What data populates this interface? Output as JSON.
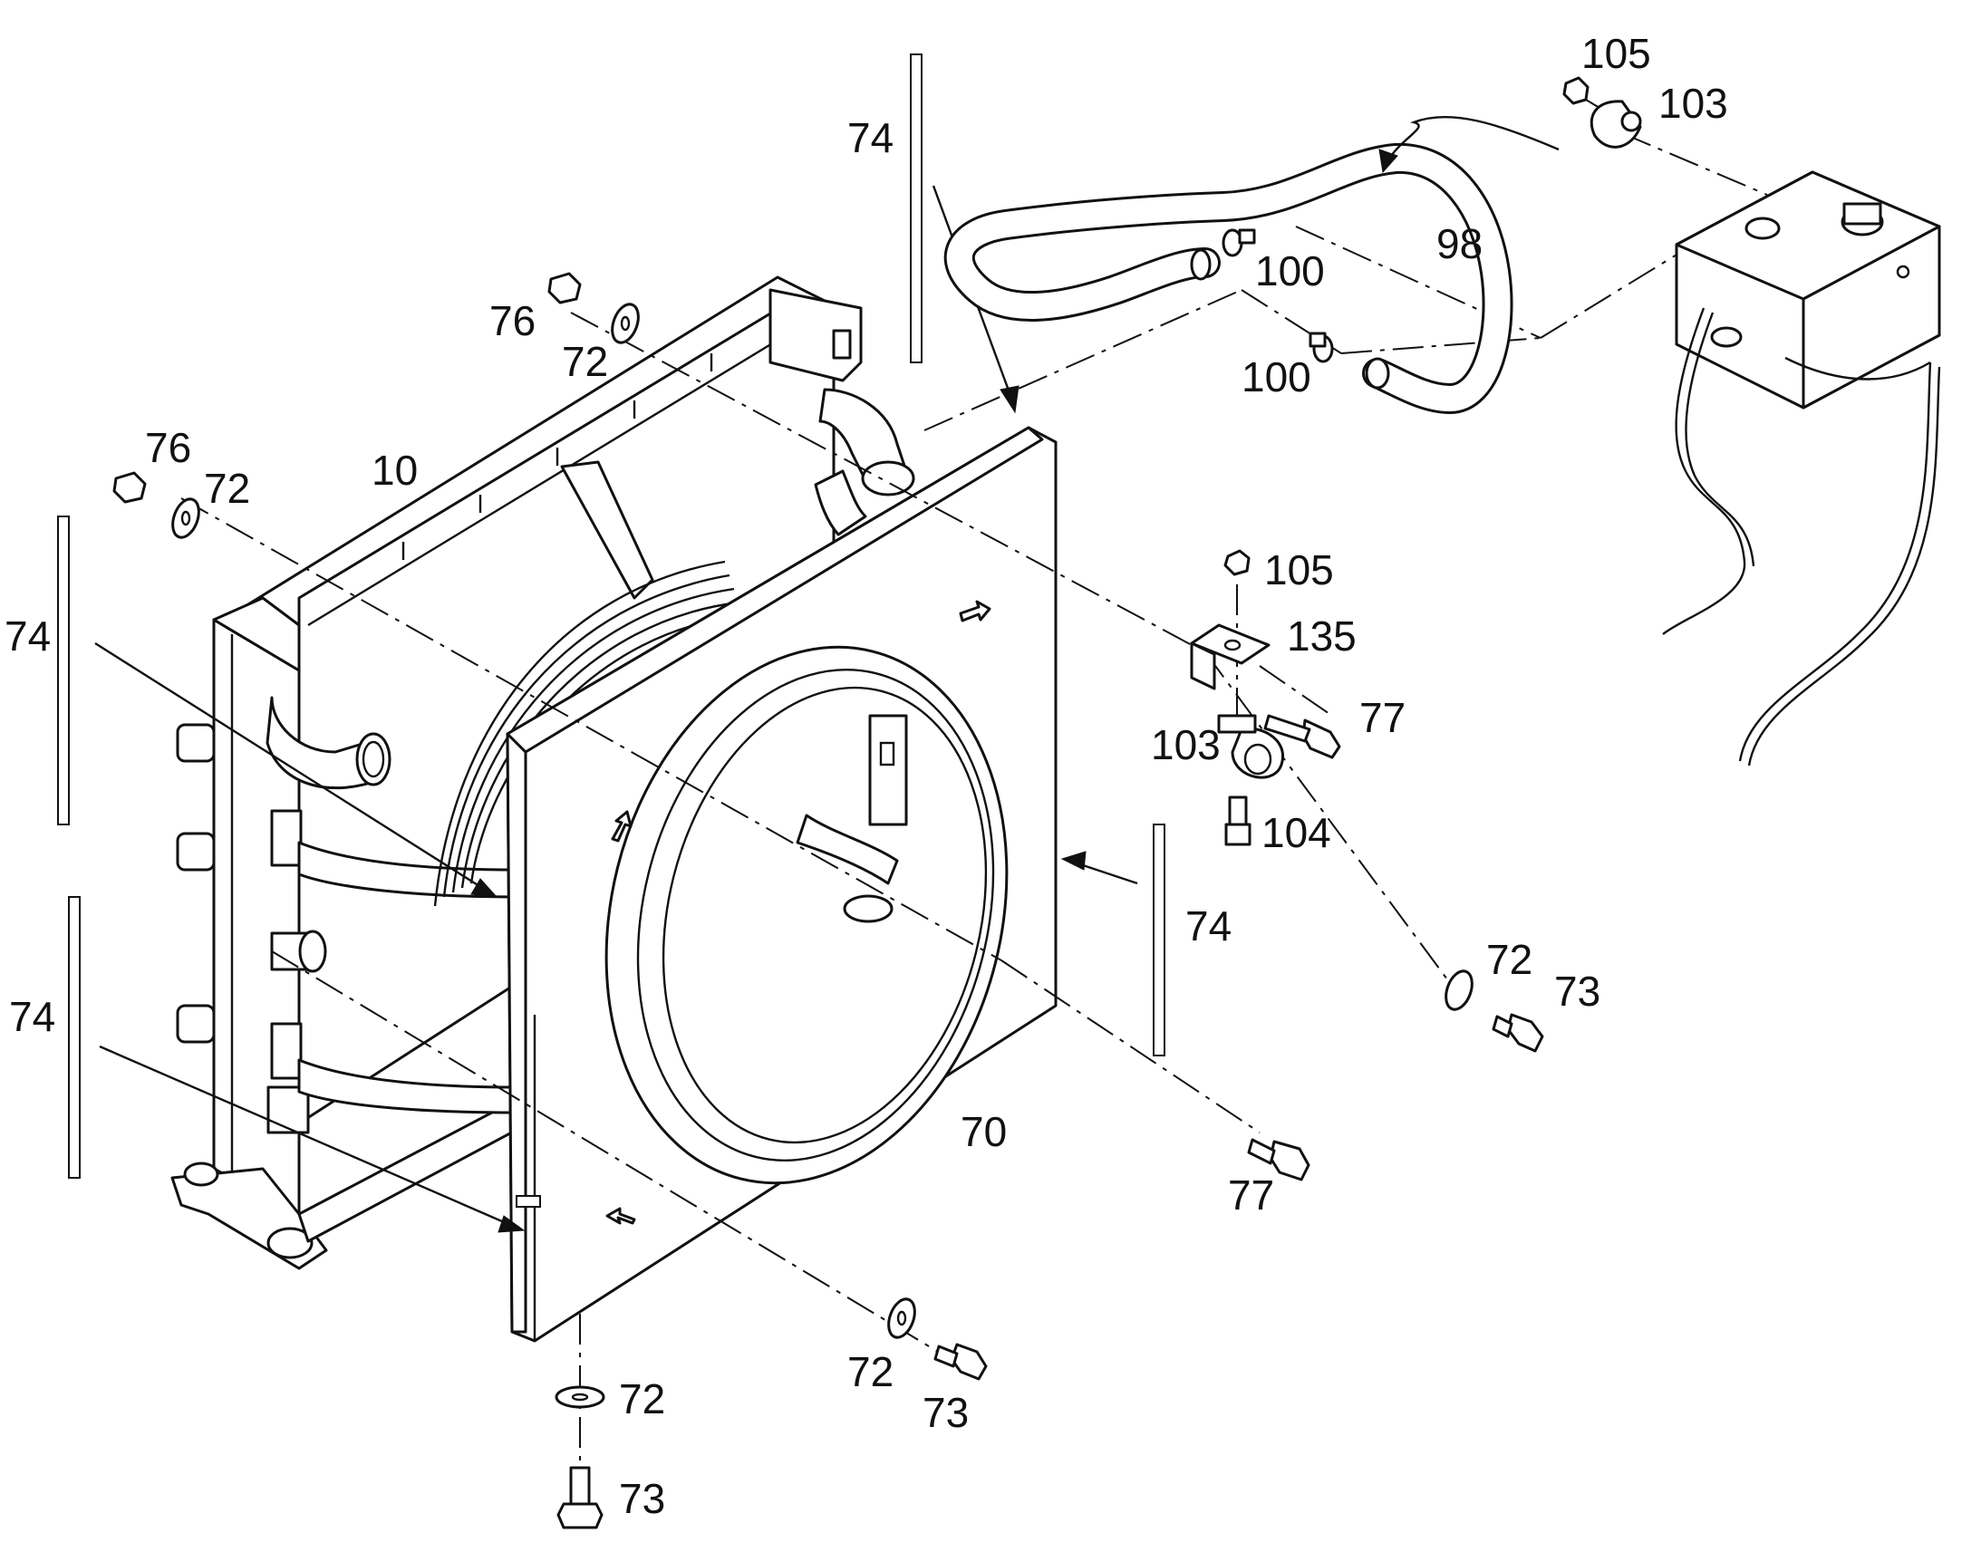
{
  "callouts": [
    {
      "id": "c74_top",
      "text": "74"
    },
    {
      "id": "c74_left",
      "text": "74"
    },
    {
      "id": "c74_left_low",
      "text": "74"
    },
    {
      "id": "c74_right",
      "text": "74"
    },
    {
      "id": "c76_upper",
      "text": "76"
    },
    {
      "id": "c72_upper",
      "text": "72"
    },
    {
      "id": "c76_left",
      "text": "76"
    },
    {
      "id": "c72_left",
      "text": "72"
    },
    {
      "id": "c10",
      "text": "10"
    },
    {
      "id": "c70",
      "text": "70"
    },
    {
      "id": "c98",
      "text": "98"
    },
    {
      "id": "c100_a",
      "text": "100"
    },
    {
      "id": "c100_b",
      "text": "100"
    },
    {
      "id": "c105_top",
      "text": "105"
    },
    {
      "id": "c103_top",
      "text": "103"
    },
    {
      "id": "c105_mid",
      "text": "105"
    },
    {
      "id": "c135",
      "text": "135"
    },
    {
      "id": "c77_mid",
      "text": "77"
    },
    {
      "id": "c103_mid",
      "text": "103"
    },
    {
      "id": "c104",
      "text": "104"
    },
    {
      "id": "c72_right",
      "text": "72"
    },
    {
      "id": "c73_right",
      "text": "73"
    },
    {
      "id": "c77_low",
      "text": "77"
    },
    {
      "id": "c72_bottom_mid",
      "text": "72"
    },
    {
      "id": "c73_bottom_mid",
      "text": "73"
    },
    {
      "id": "c72_bottom",
      "text": "72"
    },
    {
      "id": "c73_bottom",
      "text": "73"
    }
  ]
}
